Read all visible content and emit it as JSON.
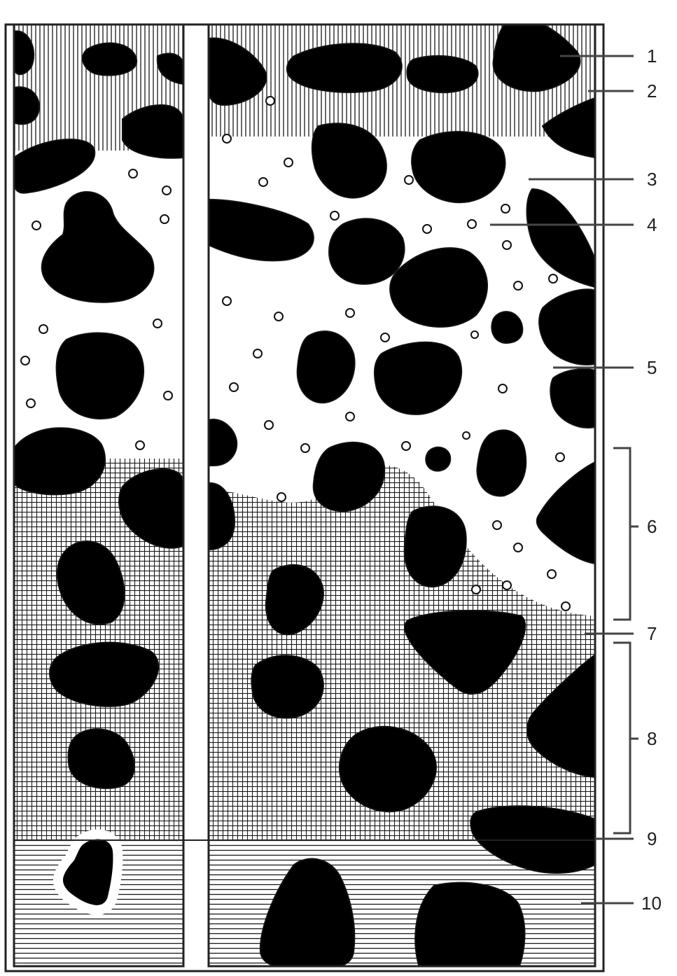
{
  "callouts": [
    {
      "id": "1",
      "label": "1"
    },
    {
      "id": "2",
      "label": "2"
    },
    {
      "id": "3",
      "label": "3"
    },
    {
      "id": "4",
      "label": "4"
    },
    {
      "id": "5",
      "label": "5"
    },
    {
      "id": "6",
      "label": "6"
    },
    {
      "id": "7",
      "label": "7"
    },
    {
      "id": "8",
      "label": "8"
    },
    {
      "id": "9",
      "label": "9"
    },
    {
      "id": "10",
      "label": "10"
    }
  ],
  "colors": {
    "grain": "#000000",
    "background": "#ffffff",
    "hatch": "#1a1a1a",
    "outline": "#111111"
  }
}
